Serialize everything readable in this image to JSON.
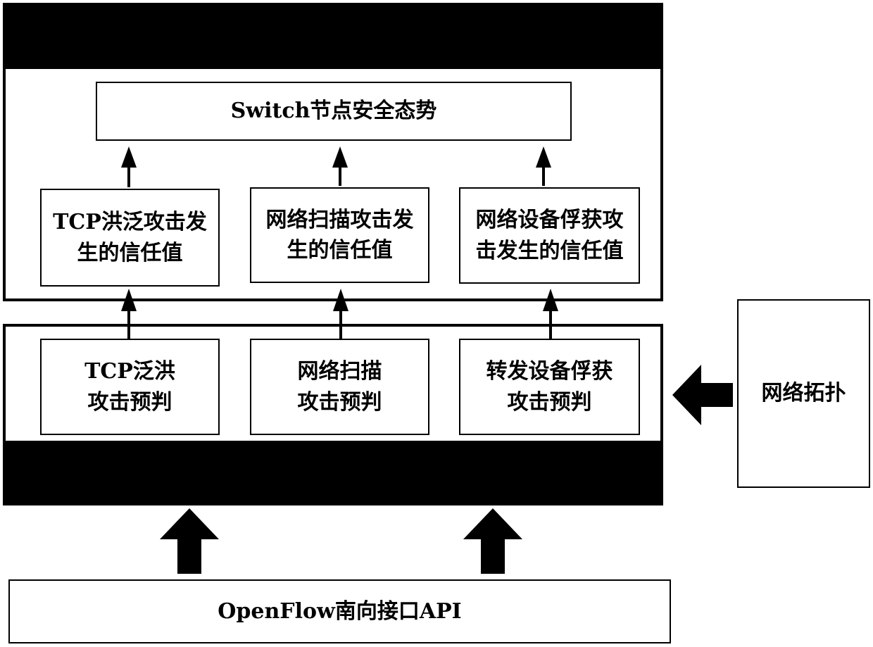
{
  "top_box": {
    "label": "Switch节点安全态势"
  },
  "trust_boxes": [
    {
      "line1": "TCP洪泛攻击发",
      "line2": "生的信任值"
    },
    {
      "line1": "网络扫描攻击发",
      "line2": "生的信任值"
    },
    {
      "line1": "网络设备俘获攻",
      "line2": "击发生的信任值"
    }
  ],
  "predict_boxes": [
    {
      "line1": "TCP泛洪",
      "line2": "攻击预判"
    },
    {
      "line1": "网络扫描",
      "line2": "攻击预判"
    },
    {
      "line1": "转发设备俘获",
      "line2": "攻击预判"
    }
  ],
  "topology_box": {
    "label": "网络拓扑"
  },
  "api_box": {
    "label": "OpenFlow南向接口API"
  }
}
